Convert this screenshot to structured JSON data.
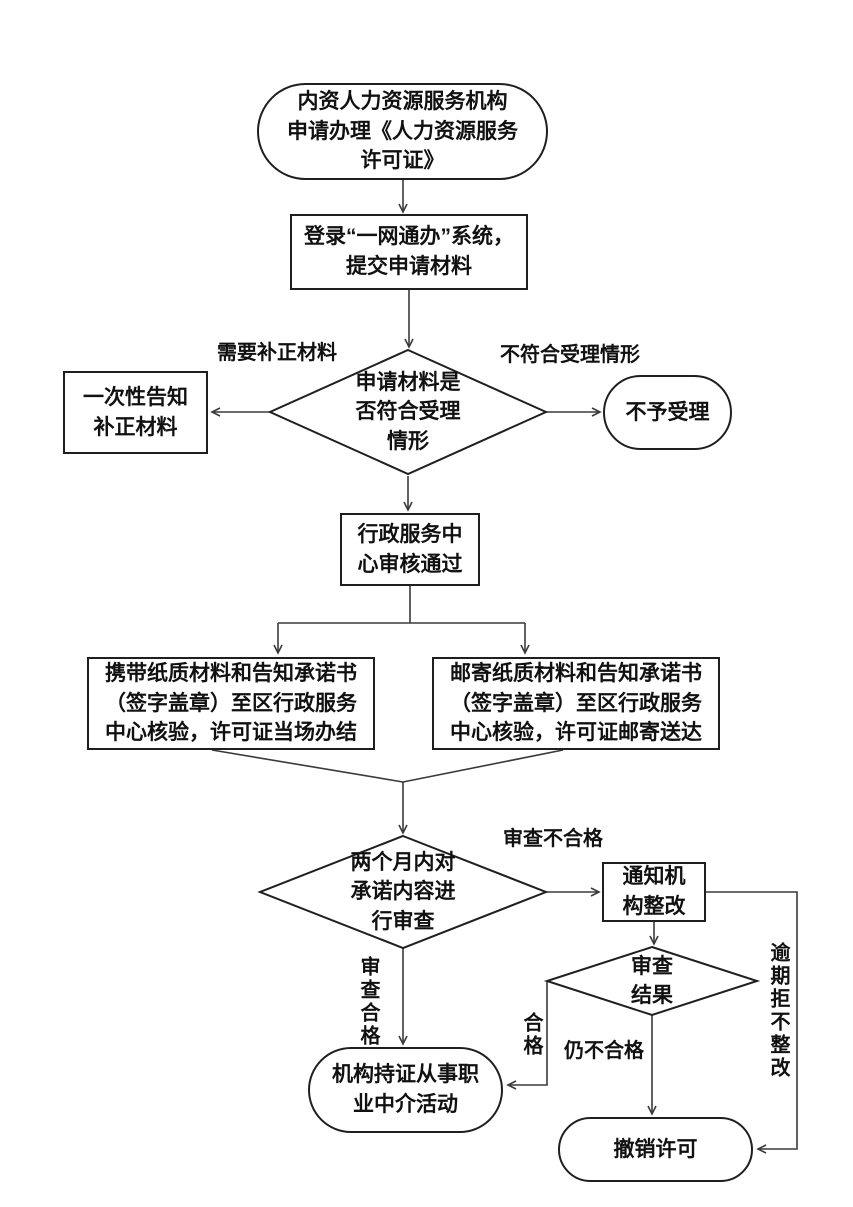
{
  "colors": {
    "background": "#ffffff",
    "shape_fill": "#ffffff",
    "shape_border": "#1f1f1f",
    "connector": "#3a3a3a",
    "text": "#111111"
  },
  "nodes": {
    "start": {
      "shape": "stadium",
      "lines": [
        "内资人力资源服务机构",
        "申请办理《人力资源服务",
        "许可证》"
      ]
    },
    "login": {
      "shape": "rect",
      "lines": [
        "登录“一网通办”系统，",
        "提交申请材料"
      ]
    },
    "accept": {
      "shape": "diamond",
      "lines": [
        "申请材料是",
        "否符合受理",
        "情形"
      ]
    },
    "correct": {
      "shape": "rect",
      "lines": [
        "一次性告知",
        "补正材料"
      ]
    },
    "reject": {
      "shape": "stadium",
      "lines": [
        "不予受理"
      ]
    },
    "approve": {
      "shape": "rect",
      "lines": [
        "行政服务中",
        "心审核通过"
      ]
    },
    "carry": {
      "shape": "rect",
      "lines": [
        "携带纸质材料和告知承诺书",
        "（签字盖章）至区行政服务",
        "中心核验，许可证当场办结"
      ]
    },
    "mail": {
      "shape": "rect",
      "lines": [
        "邮寄纸质材料和告知承诺书",
        "（签字盖章）至区行政服务",
        "中心核验，许可证邮寄送达"
      ]
    },
    "review": {
      "shape": "diamond",
      "lines": [
        "两个月内对",
        "承诺内容进",
        "行审查"
      ]
    },
    "notify": {
      "shape": "rect",
      "lines": [
        "通知机",
        "构整改"
      ]
    },
    "result": {
      "shape": "diamond",
      "lines": [
        "审查",
        "结果"
      ]
    },
    "operate": {
      "shape": "stadium",
      "lines": [
        "机构持证从事职",
        "业中介活动"
      ]
    },
    "revoke": {
      "shape": "stadium",
      "lines": [
        "撤销许可"
      ]
    }
  },
  "edge_labels": {
    "need_correction": "需要补正材料",
    "not_accepted": "不符合受理情形",
    "review_fail": "审查不合格",
    "review_pass": "审查合格",
    "pass": "合格",
    "still_fail": "仍不合格",
    "overdue_refuse": "逾期拒不整改"
  }
}
